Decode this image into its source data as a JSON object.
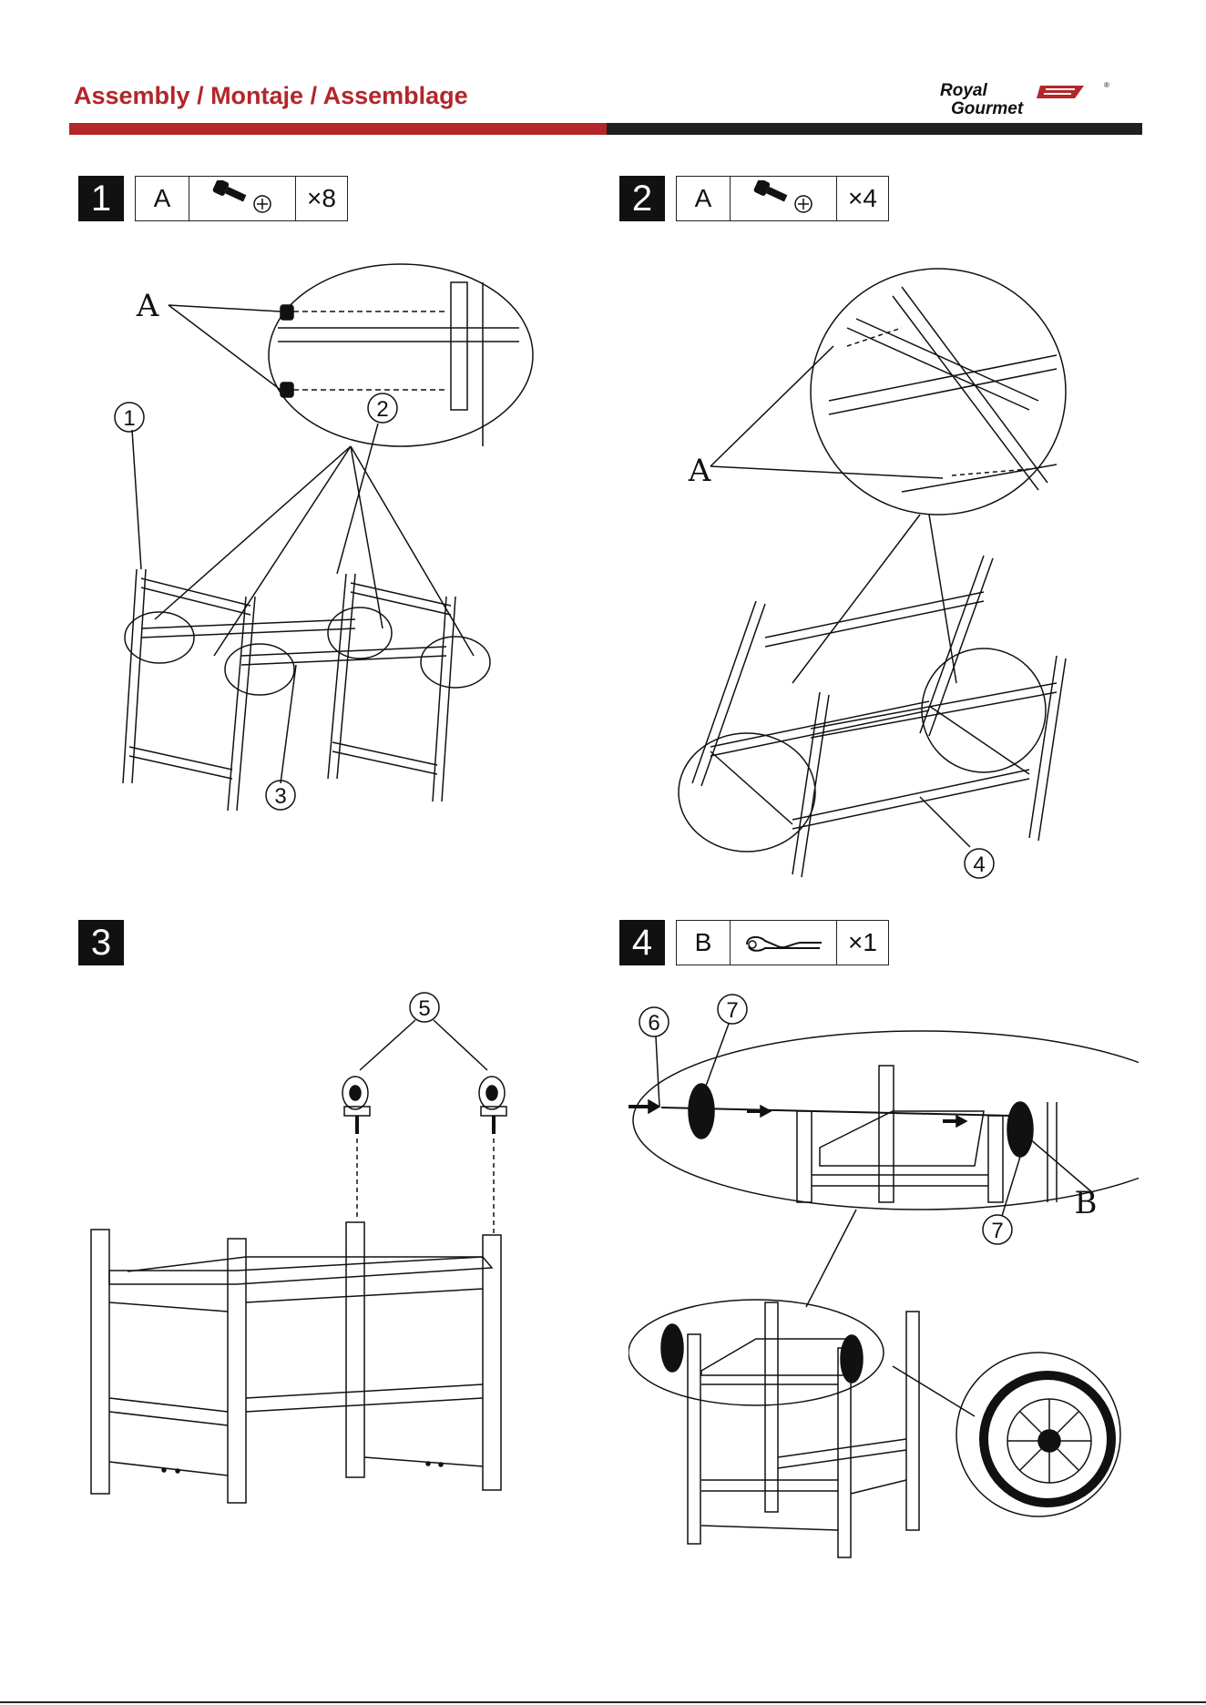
{
  "header": {
    "title": "Assembly / Montaje / Assemblage",
    "brand_line1": "Royal",
    "brand_line2": "Gourmet",
    "registered": "®"
  },
  "colors": {
    "brand_red": "#b3262a",
    "dark": "#231f20"
  },
  "steps": [
    {
      "number": "1",
      "part_letter": "A",
      "part_icon": "bolt-icon",
      "qty": "×8",
      "labels": {
        "a": "A",
        "p1": "1",
        "p2": "2",
        "p3": "3"
      }
    },
    {
      "number": "2",
      "part_letter": "A",
      "part_icon": "bolt-icon",
      "qty": "×4",
      "labels": {
        "a": "A",
        "p4": "4"
      }
    },
    {
      "number": "3",
      "labels": {
        "p5": "5"
      }
    },
    {
      "number": "4",
      "part_letter": "B",
      "part_icon": "hitch-pin-icon",
      "qty": "×1",
      "labels": {
        "b": "B",
        "p6": "6",
        "p7a": "7",
        "p7b": "7"
      }
    }
  ]
}
